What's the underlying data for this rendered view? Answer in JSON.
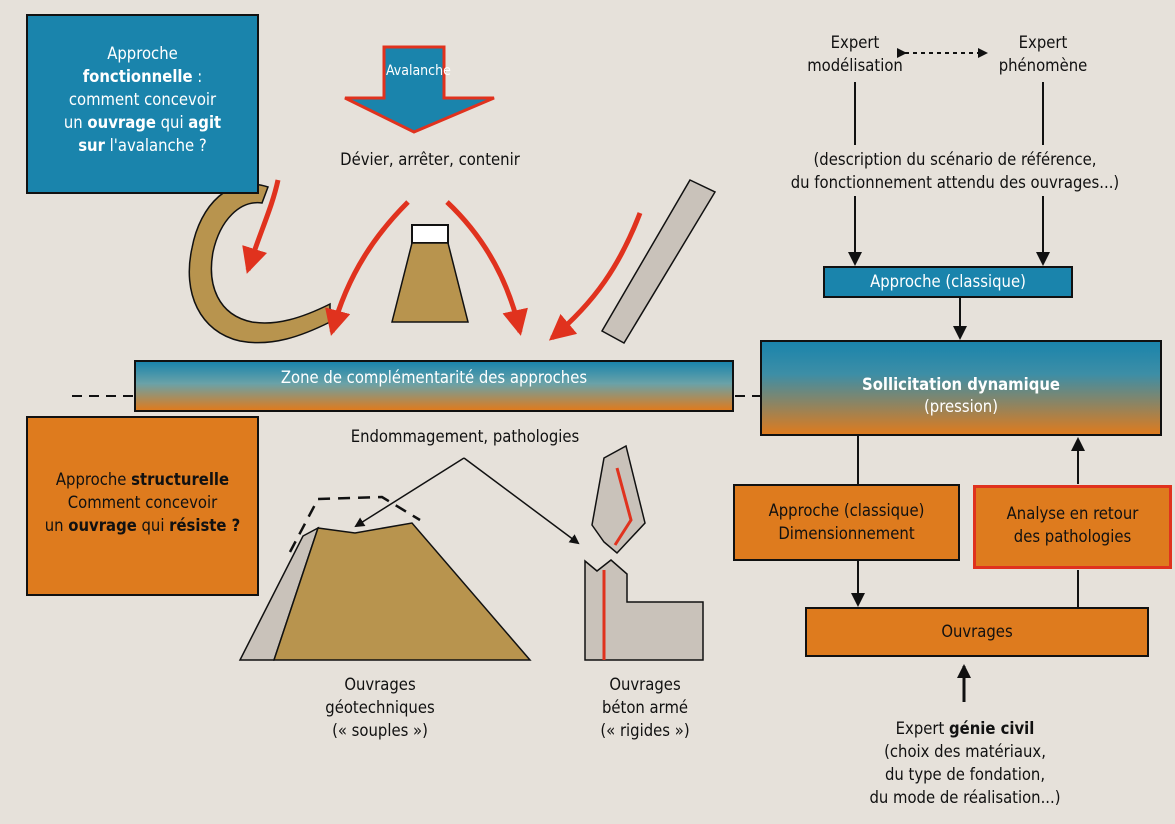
{
  "functional_box": {
    "line1": "Approche",
    "line2": "fonctionnelle",
    "line2_tail": " :",
    "line3": "comment concevoir",
    "line4_a": "un ",
    "line4_b": "ouvrage",
    "line4_c": " qui ",
    "line4_d": "agit",
    "line5_a": "sur",
    "line5_b": " l'avalanche ?"
  },
  "avalanche_label": "Avalanche",
  "deviate_label": "Dévier, arrêter, contenir",
  "expert_model": {
    "line1": "Expert",
    "line2": "modélisation"
  },
  "expert_phenomenon": {
    "line1": "Expert",
    "line2": "phénomène"
  },
  "scenario_text": {
    "line1": "(description du scénario de référence,",
    "line2": "du fonctionnement attendu des ouvrages...)"
  },
  "classic_approach_top": "Approche (classique)",
  "zone_label": "Zone de complémentarité des approches",
  "dynamic_load": {
    "title": "Sollicitation dynamique",
    "subtitle": "(pression)"
  },
  "damage_label": "Endommagement, pathologies",
  "structural_box": {
    "line1_a": "Approche ",
    "line1_b": "structurelle",
    "line2": "Comment concevoir",
    "line3_a": "un ",
    "line3_b": "ouvrage",
    "line3_c": " qui ",
    "line3_d": "résiste ?"
  },
  "classic_approach_sizing": {
    "line1": "Approche (classique)",
    "line2": "Dimensionnement"
  },
  "feedback_analysis": {
    "line1": "Analyse en retour",
    "line2": "des pathologies"
  },
  "works_label": "Ouvrages",
  "geotech_works": {
    "line1": "Ouvrages",
    "line2": "géotechniques",
    "line3": "(« souples »)"
  },
  "concrete_works": {
    "line1": "Ouvrages",
    "line2": "béton armé",
    "line3": "(« rigides »)"
  },
  "civil_expert": {
    "line1_a": "Expert ",
    "line1_b": "génie civil",
    "line2": "(choix des matériaux,",
    "line3": "du type de fondation,",
    "line4": "du mode de réalisation...)"
  },
  "colors": {
    "background": "#e6e1da",
    "blue": "#1a84ac",
    "orange": "#de7b1e",
    "red_arrow": "#e0321e",
    "earth": "#b8944e",
    "concrete": "#c9c2ba"
  }
}
